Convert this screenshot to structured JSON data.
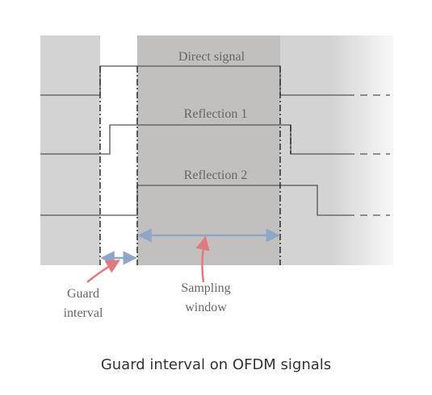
{
  "signals": [
    {
      "name": "direct-signal",
      "label": "Direct signal"
    },
    {
      "name": "reflection-1",
      "label": "Reflection 1"
    },
    {
      "name": "reflection-2",
      "label": "Reflection 2"
    }
  ],
  "annotations": {
    "guard_interval_line1": "Guard",
    "guard_interval_line2": "interval",
    "sampling_window_line1": "Sampling",
    "sampling_window_line2": "window"
  },
  "caption": "Guard interval on OFDM signals",
  "colors": {
    "background_panel": "#d3d3d3",
    "sampling_window": "#c2c0be",
    "signal_line": "#555555",
    "dashdot_line": "#222222",
    "span_arrow": "#8fa6c8",
    "pointer_arrow": "#e07a80",
    "label_text": "#666666"
  }
}
